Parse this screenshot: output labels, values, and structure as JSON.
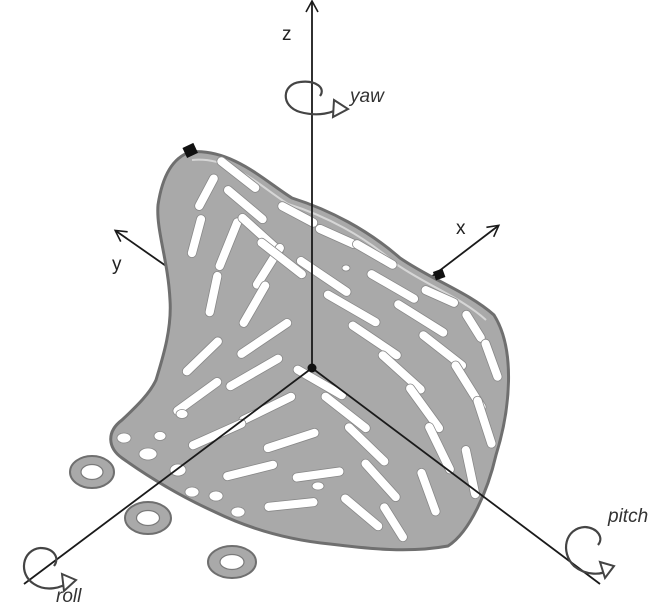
{
  "axes": {
    "z": "z",
    "x": "x",
    "y": "y"
  },
  "rotations": {
    "yaw": "yaw",
    "pitch": "pitch",
    "roll": "roll"
  },
  "colors": {
    "plate_fill": "#a9a9a9",
    "plate_edge": "#6f6f6f",
    "slot": "#ffffff",
    "axis": "#1a1a1a",
    "marker": "#111111"
  },
  "icons": [
    "yaw-rotation-icon",
    "pitch-rotation-icon",
    "roll-rotation-icon",
    "ring-icon"
  ]
}
